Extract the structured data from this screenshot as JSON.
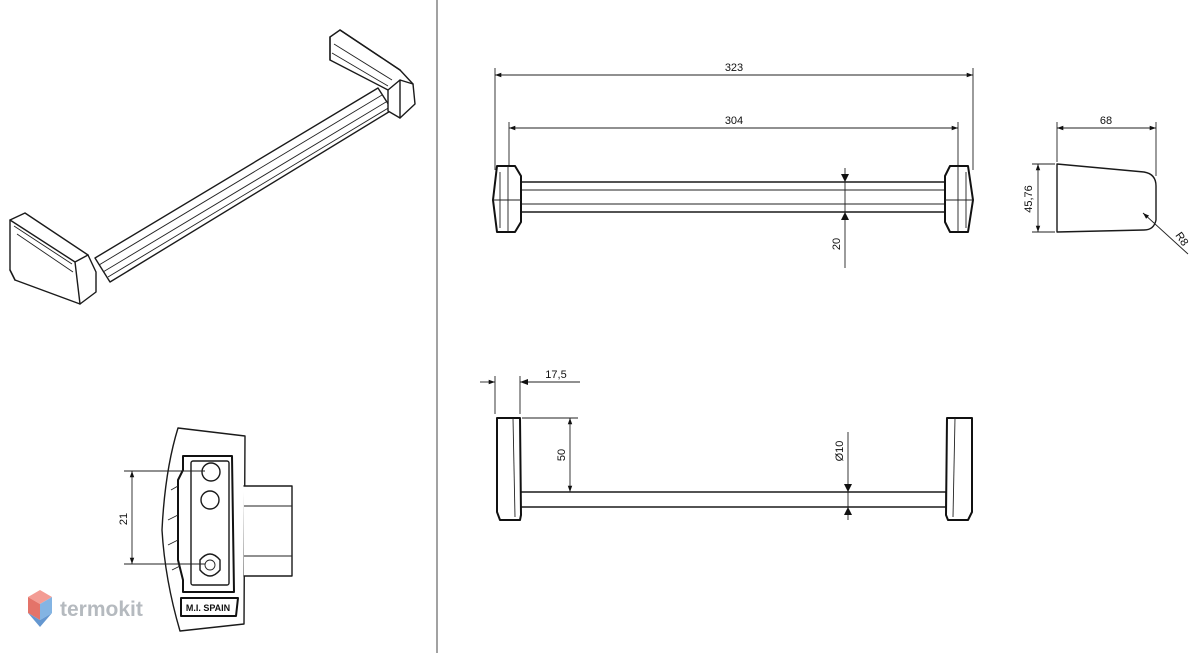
{
  "dimensions": {
    "front_overall": "323",
    "front_inner": "304",
    "front_bar_offset": "20",
    "side_depth": "68",
    "side_height": "45,76",
    "side_radius": "R8",
    "top_end_width": "17,5",
    "top_projection": "50",
    "top_bar_diameter": "Ø10",
    "detail_hole_spacing": "21"
  },
  "labels": {
    "detail_stamp": "M.I. SPAIN"
  },
  "watermark": {
    "brand": "termokit",
    "colors": {
      "top": "#f28b82",
      "left": "#e05b4f",
      "right": "#6ea8df",
      "bottom": "#4a86c8"
    }
  }
}
